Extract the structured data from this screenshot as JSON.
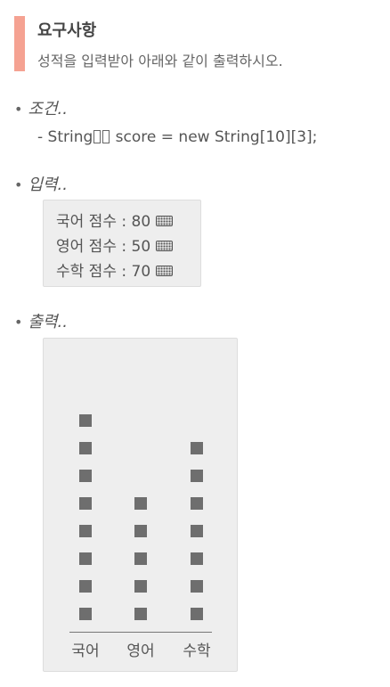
{
  "requirement": {
    "title": "요구사항",
    "description": "성적을 입력받아 아래와 같이 출력하시오."
  },
  "condition": {
    "bullet": "•",
    "heading": "조건..",
    "line_prefix": "- String",
    "line_suffix": " score = new String[10][3];"
  },
  "input": {
    "bullet": "•",
    "heading": "입력..",
    "lines": [
      {
        "text": "국어 점수 : 80",
        "icon": "keyboard-icon"
      },
      {
        "text": "영어 점수 : 50",
        "icon": "keyboard-icon"
      },
      {
        "text": "수학 점수 : 70",
        "icon": "keyboard-icon"
      }
    ]
  },
  "output": {
    "bullet": "•",
    "heading": "출력..",
    "columns": [
      {
        "label": "국어",
        "count": 8
      },
      {
        "label": "영어",
        "count": 5
      },
      {
        "label": "수학",
        "count": 7
      }
    ],
    "mark_color": "#6e6e6e"
  },
  "colors": {
    "accent_bar": "#f5a292",
    "box_background": "#eeeeee"
  }
}
